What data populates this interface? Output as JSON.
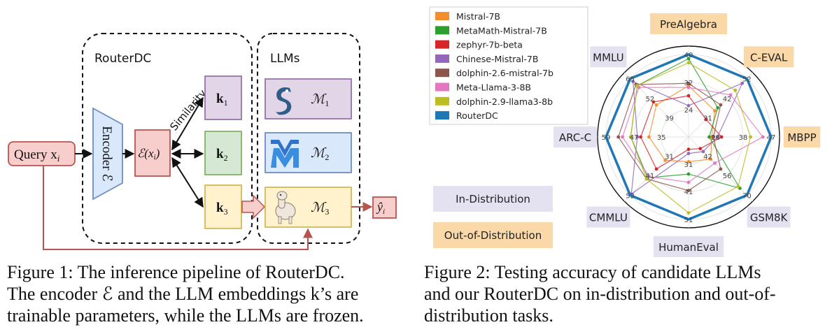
{
  "figure1": {
    "routerdc_label": "RouterDC",
    "llms_label": "LLMs",
    "query_label": "Query x",
    "query_sub": "i",
    "encoder_label": "Encoder ℰ",
    "encoded_label": "ℰ(x",
    "encoded_sub": "i",
    "encoded_tail": ")",
    "similarity_label": "Similarity",
    "keys": [
      {
        "main": "k",
        "sub": "1"
      },
      {
        "main": "k",
        "sub": "2"
      },
      {
        "main": "k",
        "sub": "3"
      }
    ],
    "models": [
      {
        "main": "ℳ",
        "sub": "1"
      },
      {
        "main": "ℳ",
        "sub": "2"
      },
      {
        "main": "ℳ",
        "sub": "3"
      }
    ],
    "output_main": "ŷ",
    "output_sub": "i",
    "caption_lines": [
      "Figure 1: The inference pipeline of RouterDC.",
      "The encoder ℰ and the LLM embeddings k’s are",
      "trainable parameters, while the LLMs are frozen."
    ]
  },
  "figure2": {
    "legend": [
      {
        "name": "Mistral-7B",
        "color": "#f28e2b"
      },
      {
        "name": "MetaMath-Mistral-7B",
        "color": "#2ca02c"
      },
      {
        "name": "zephyr-7b-beta",
        "color": "#d62728"
      },
      {
        "name": "Chinese-Mistral-7B",
        "color": "#9467bd"
      },
      {
        "name": "dolphin-2.6-mistral-7b",
        "color": "#8c564b"
      },
      {
        "name": "Meta-Llama-3-8B",
        "color": "#e377c2"
      },
      {
        "name": "dolphin-2.9-llama3-8b",
        "color": "#bcbd22"
      },
      {
        "name": "RouterDC",
        "color": "#1f77b4"
      }
    ],
    "distribution_legend": [
      {
        "label": "In-Distribution",
        "color": "#e4e2f1"
      },
      {
        "label": "Out-of-Distribution",
        "color": "#fad8a8"
      }
    ],
    "caption_lines": [
      "Figure 2: Testing accuracy of candidate LLMs",
      "and our RouterDC on in-distribution and out-of-",
      "distribution tasks."
    ]
  },
  "chart_data": {
    "type": "radar",
    "axes": [
      {
        "name": "PreAlgebra",
        "group": "Out-of-Distribution",
        "ticks": [
          "24",
          "32",
          "40"
        ]
      },
      {
        "name": "C-EVAL",
        "group": "Out-of-Distribution",
        "ticks": [
          "31",
          "42",
          "52"
        ]
      },
      {
        "name": "MBPP",
        "group": "Out-of-Distribution",
        "ticks": [
          "28",
          "38",
          "47"
        ]
      },
      {
        "name": "GSM8K",
        "group": "In-Distribution",
        "ticks": [
          "42",
          "56",
          "70"
        ]
      },
      {
        "name": "HumanEval",
        "group": "In-Distribution",
        "ticks": [
          "31",
          "41",
          "51"
        ]
      },
      {
        "name": "CMMLU",
        "group": "In-Distribution",
        "ticks": [
          "31",
          "41",
          "52"
        ]
      },
      {
        "name": "ARC-C",
        "group": "In-Distribution",
        "ticks": [
          "35",
          "47",
          "59"
        ]
      },
      {
        "name": "MMLU",
        "group": "In-Distribution",
        "ticks": [
          "39",
          "52",
          "65"
        ]
      }
    ],
    "tick_levels": [
      0.33,
      0.66,
      1.0
    ],
    "series": [
      {
        "name": "Mistral-7B",
        "values": [
          0.62,
          0.45,
          0.28,
          0.38,
          0.3,
          0.4,
          0.48,
          0.55
        ]
      },
      {
        "name": "MetaMath-Mistral-7B",
        "values": [
          0.95,
          0.5,
          0.25,
          0.88,
          0.45,
          0.7,
          0.7,
          0.88
        ]
      },
      {
        "name": "zephyr-7b-beta",
        "values": [
          0.5,
          0.3,
          0.4,
          0.2,
          0.15,
          0.55,
          0.58,
          0.6
        ]
      },
      {
        "name": "Chinese-Mistral-7B",
        "values": [
          0.38,
          0.92,
          0.35,
          0.25,
          0.2,
          0.98,
          0.62,
          0.95
        ]
      },
      {
        "name": "dolphin-2.6-mistral-7b",
        "values": [
          0.65,
          0.55,
          0.3,
          0.55,
          0.65,
          0.72,
          0.85,
          0.9
        ]
      },
      {
        "name": "Meta-Llama-3-8B",
        "values": [
          0.6,
          0.72,
          0.9,
          0.45,
          0.55,
          0.68,
          0.8,
          0.85
        ]
      },
      {
        "name": "dolphin-2.9-llama3-8b",
        "values": [
          0.9,
          0.8,
          0.75,
          0.85,
          0.92,
          0.72,
          0.7,
          0.88
        ]
      },
      {
        "name": "RouterDC",
        "values": [
          1.0,
          1.0,
          1.0,
          1.0,
          1.0,
          1.0,
          1.0,
          1.0
        ]
      }
    ]
  }
}
